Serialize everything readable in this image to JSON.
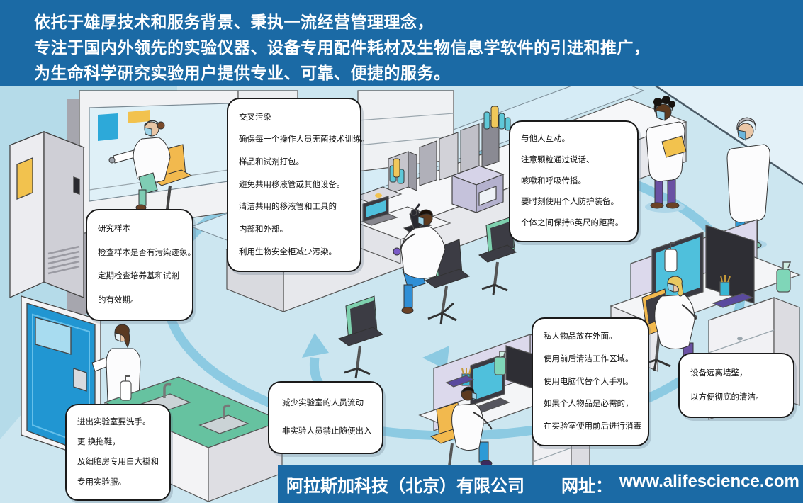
{
  "banner": {
    "lines": [
      "依托于雄厚技术和服务背景、秉执一流经营管理理念，",
      "专注于国内外领先的实验仪器、设备专用配件耗材及生物信息学软件的引进和推广，",
      "为生命科学研究实验用户提供专业、可靠、便捷的服务。"
    ]
  },
  "footer": {
    "company": "阿拉斯加科技（北京）有限公司",
    "website_label": "网址：",
    "website_url": "www.alifescience.com"
  },
  "callouts": {
    "cross_contamination": {
      "lines": [
        "交叉污染",
        "确保每一个操作人员无菌技术训练。",
        "样品和试剂打包。",
        "避免共用移液管或其他设备。",
        "清洁共用的移液管和工具的",
        "内部和外部。",
        "利用生物安全柜减少污染。"
      ]
    },
    "research_samples": {
      "lines": [
        "研究样本",
        "检查样本是否有污染迹象。",
        "定期检查培养基和试剂",
        "的有效期。"
      ]
    },
    "interact_with_others": {
      "lines": [
        "与他人互动。",
        "注意颗粒通过说话、",
        "咳嗽和呼吸传播。",
        "要时刻使用个人防护装备。",
        "个体之间保持6英尺的距离。"
      ]
    },
    "personal_items": {
      "lines": [
        "私人物品放在外面。",
        "使用前后清洁工作区域。",
        "使用电脑代替个人手机。",
        "如果个人物品是必需的，",
        "在实验室使用前后进行消毒"
      ]
    },
    "equipment_away_from_walls": {
      "lines": [
        "设备远离墙壁，",
        "以方便彻底的清洁。"
      ]
    },
    "reduce_traffic": {
      "lines": [
        "减少实验室的人员流动",
        "非实验人员禁止随便出入"
      ]
    },
    "wash_hands": {
      "lines": [
        "进出实验室要洗手。",
        "更 换拖鞋，",
        "及细胞房专用白大褂和",
        "专用实验服。"
      ]
    }
  },
  "colors": {
    "banner_blue": "#1b6aa5",
    "floor_blue": "#cce6f0",
    "wall_blue": "#b5dbe9",
    "wall_gray": "#a6a6ae",
    "flow_path_blue": "#8ccae2",
    "door_blue": "#2196d2",
    "counter_green": "#66c2a0",
    "chair_green": "#7ed0ae",
    "chair_yellow": "#f2b94e",
    "screen_teal": "#4fc0dc",
    "partition_lavender": "#dcd9ec",
    "callout_bg": "#ffffff",
    "text_white": "#ffffff",
    "text_black": "#111111"
  }
}
